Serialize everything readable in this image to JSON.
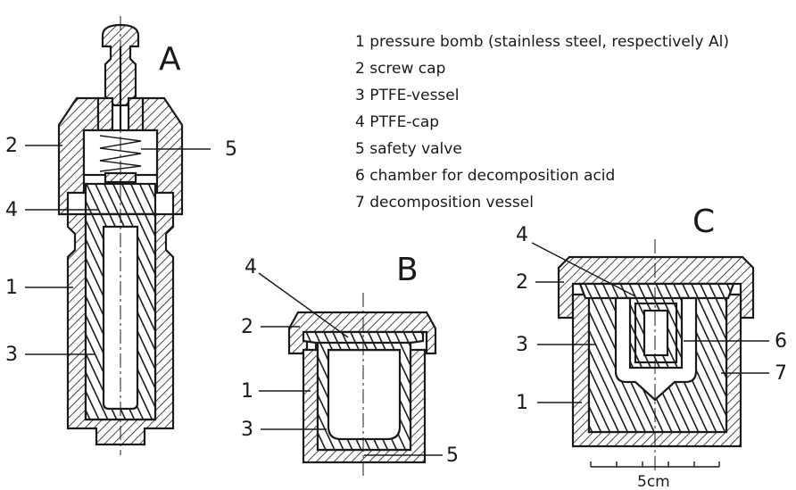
{
  "figure": {
    "panels": {
      "a": "A",
      "b": "B",
      "c": "C"
    },
    "legend": [
      "1 pressure bomb (stainless steel, respectively Al)",
      "2 screw cap",
      "3 PTFE-vessel",
      "4 PTFE-cap",
      "5 safety valve",
      "6 chamber for decomposition acid",
      "7 decomposition vessel"
    ],
    "callouts": {
      "a": {
        "c2": "2",
        "c4": "4",
        "c1": "1",
        "c3": "3",
        "c5": "5"
      },
      "b": {
        "c4": "4",
        "c2": "2",
        "c1": "1",
        "c3": "3",
        "c5": "5"
      },
      "c": {
        "c4": "4",
        "c2": "2",
        "c3": "3",
        "c1": "1",
        "c6": "6",
        "c7": "7"
      }
    },
    "scale_bar": {
      "label": "5cm"
    },
    "colors": {
      "ink": "#1a1a1a",
      "paper": "#ffffff"
    }
  }
}
